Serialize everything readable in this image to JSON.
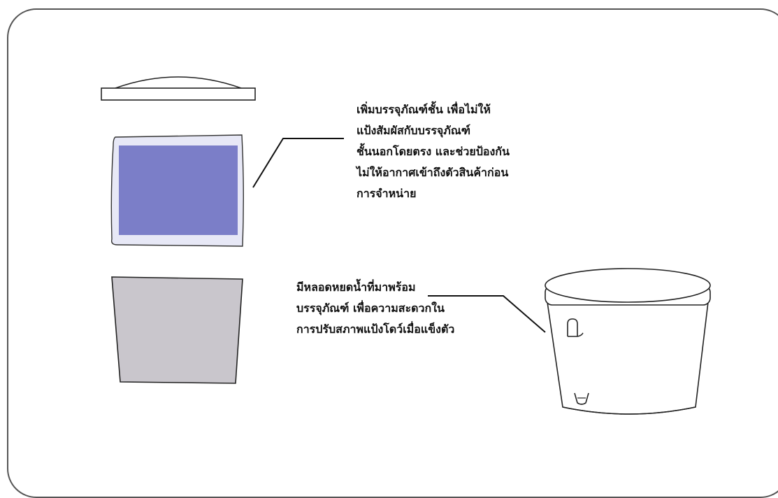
{
  "callouts": {
    "inner_packaging": {
      "lines": [
        "เพิ่มบรรจุภัณฑ์ชั้น เพื่อไม่ให้",
        "แป้งสัมผัสกับบรรจุภัณฑ์",
        "ชั้นนอกโดยตรง และช่วยป้องกัน",
        "ไม่ให้อากาศเข้าถึงตัวสินค้าก่อน",
        "การจำหน่าย"
      ]
    },
    "straw_holder": {
      "lines": [
        "มีหลอดหยดน้ำที่มาพร้อม",
        "บรรจุภัณฑ์ เพื่อความสะดวกใน",
        "การปรับสภาพแป้งโดว์เมื่อแข็งตัว"
      ]
    }
  },
  "colors": {
    "inner_bag_fill": "#7b7ec8",
    "inner_bag_wrap": "#e7e8f6",
    "container_body_fill": "#c9c6cc",
    "stroke": "#222222",
    "frame": "#555555"
  }
}
